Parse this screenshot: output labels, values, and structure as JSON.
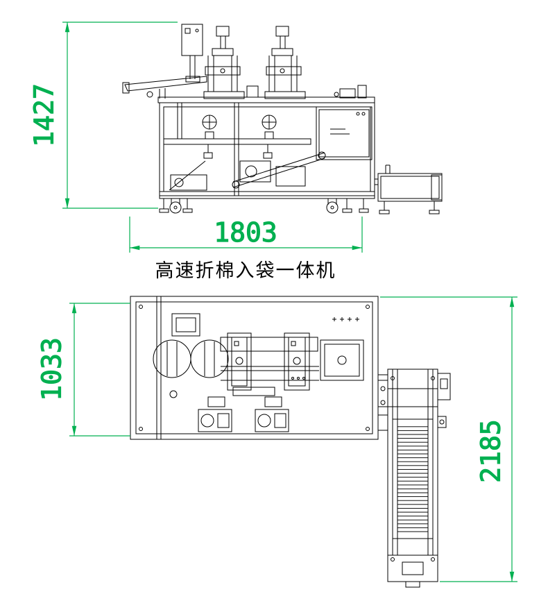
{
  "title": "高速折棉入袋一体机",
  "dimensions": {
    "front_height": "1427",
    "front_width": "1803",
    "plan_depth": "1033",
    "overall_length": "2185"
  },
  "colors": {
    "dimension": "#00b050",
    "linework": "#000000",
    "background": "#ffffff"
  }
}
